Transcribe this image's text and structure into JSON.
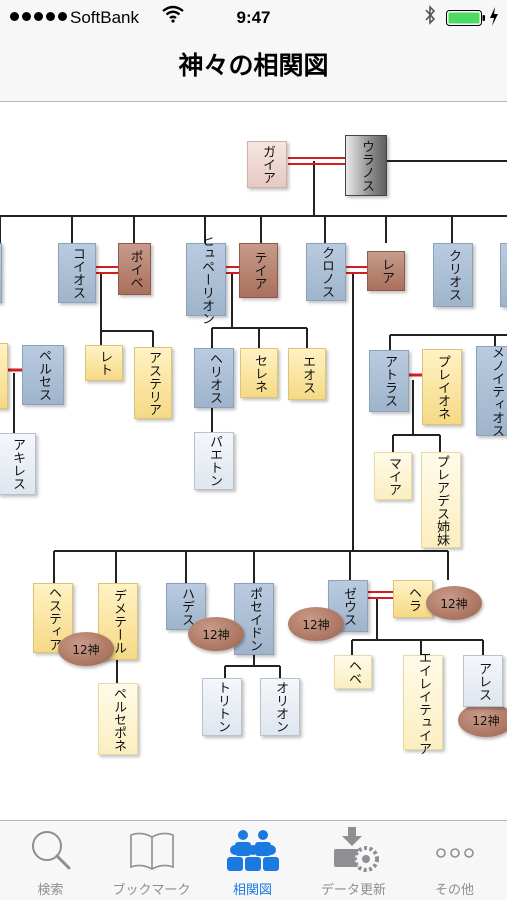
{
  "status_bar": {
    "carrier": "SoftBank",
    "time": "9:47"
  },
  "nav": {
    "title": "神々の相関図"
  },
  "diagram": {
    "nodes": {
      "gaia": "ガイア",
      "uranus": "ウラノス",
      "koios": "コイオス",
      "phoibe": "ポイベ",
      "hyperion": "ヒュペーリオン",
      "theia": "テイア",
      "kronos": "クロノス",
      "rhea": "レア",
      "krios": "クリオス",
      "perses": "ペルセス",
      "leto": "レト",
      "asteria": "アステリア",
      "helios": "ヘリオス",
      "selene": "セレネ",
      "eos": "エオス",
      "atlas": "アトラス",
      "pleione": "プレイオネ",
      "menoitios": "メノイティオス",
      "achilles": "アキレス",
      "phaethon": "パエトン",
      "maia": "マイア",
      "pleiades": "プレアデス姉妹",
      "hestia": "ヘスティア",
      "demeter": "デメテール",
      "hades": "ハデス",
      "poseidon": "ポセイドン",
      "zeus": "ゼウス",
      "hera": "ヘラ",
      "persephone": "ペルセポネ",
      "triton": "トリトン",
      "orion": "オリオン",
      "hebe": "ヘベ",
      "eileithyia": "エイレイテュイア",
      "ares": "アレス"
    },
    "badge_label": "12神"
  },
  "tabs": [
    {
      "label": "検索",
      "icon": "magnifier-icon",
      "active": false
    },
    {
      "label": "ブックマーク",
      "icon": "book-icon",
      "active": false
    },
    {
      "label": "相関図",
      "icon": "people-icon",
      "active": true
    },
    {
      "label": "データ更新",
      "icon": "download-gear-icon",
      "active": false
    },
    {
      "label": "その他",
      "icon": "more-dots-icon",
      "active": false
    }
  ],
  "colors": {
    "accent": "#1a7ae2",
    "tab_inactive": "#8e8e93",
    "marriage_line": "#d21e1e",
    "battery": "#4cd964"
  }
}
